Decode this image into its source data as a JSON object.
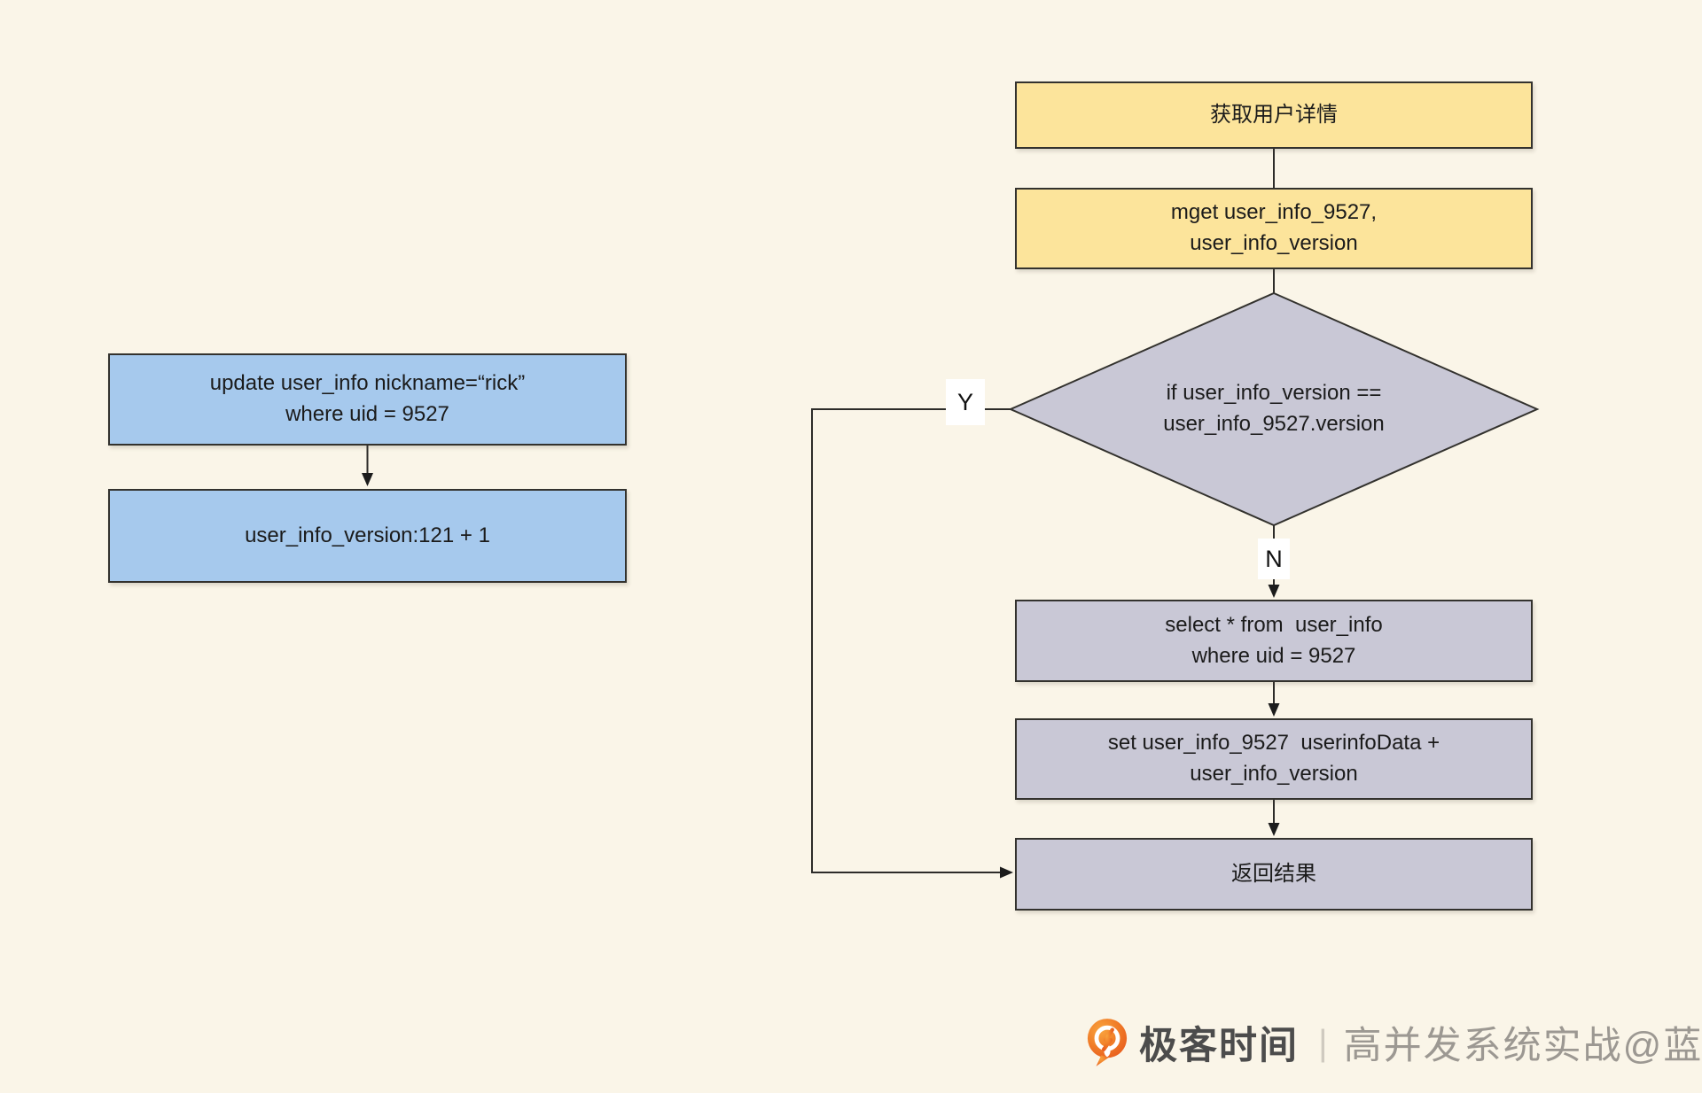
{
  "colors": {
    "background": "#FAF5E8",
    "node_yellow": "#FCE49B",
    "node_blue": "#A6C9ED",
    "node_lavender": "#C9C8D6",
    "node_border": "#33322E",
    "connector_line": "#2D2C29",
    "brand_orange": "#EE6B24",
    "brand_name_text": "#4C4C4C",
    "watermark_text": "#9C9892"
  },
  "left_flow": {
    "update_box": {
      "line1": "update user_info nickname=“rick”",
      "line2": "where uid = 9527"
    },
    "version_box": {
      "line1": "user_info_version:121 + 1"
    }
  },
  "right_flow": {
    "title_box": {
      "line1": "获取用户详情"
    },
    "mget_box": {
      "line1": "mget user_info_9527,",
      "line2": "user_info_version"
    },
    "decision_diamond": {
      "line1": "if user_info_version ==",
      "line2": "user_info_9527.version"
    },
    "branch_yes_label": "Y",
    "branch_no_label": "N",
    "select_box": {
      "line1": "select * from  user_info",
      "line2": "where uid = 9527"
    },
    "set_box": {
      "line1": "set user_info_9527  userinfoData +",
      "line2": "user_info_version"
    },
    "result_box": {
      "line1": "返回结果"
    }
  },
  "branding": {
    "logo_text": "极客时间",
    "separator": "|",
    "watermark": "高并发系统实战@蓝天"
  }
}
